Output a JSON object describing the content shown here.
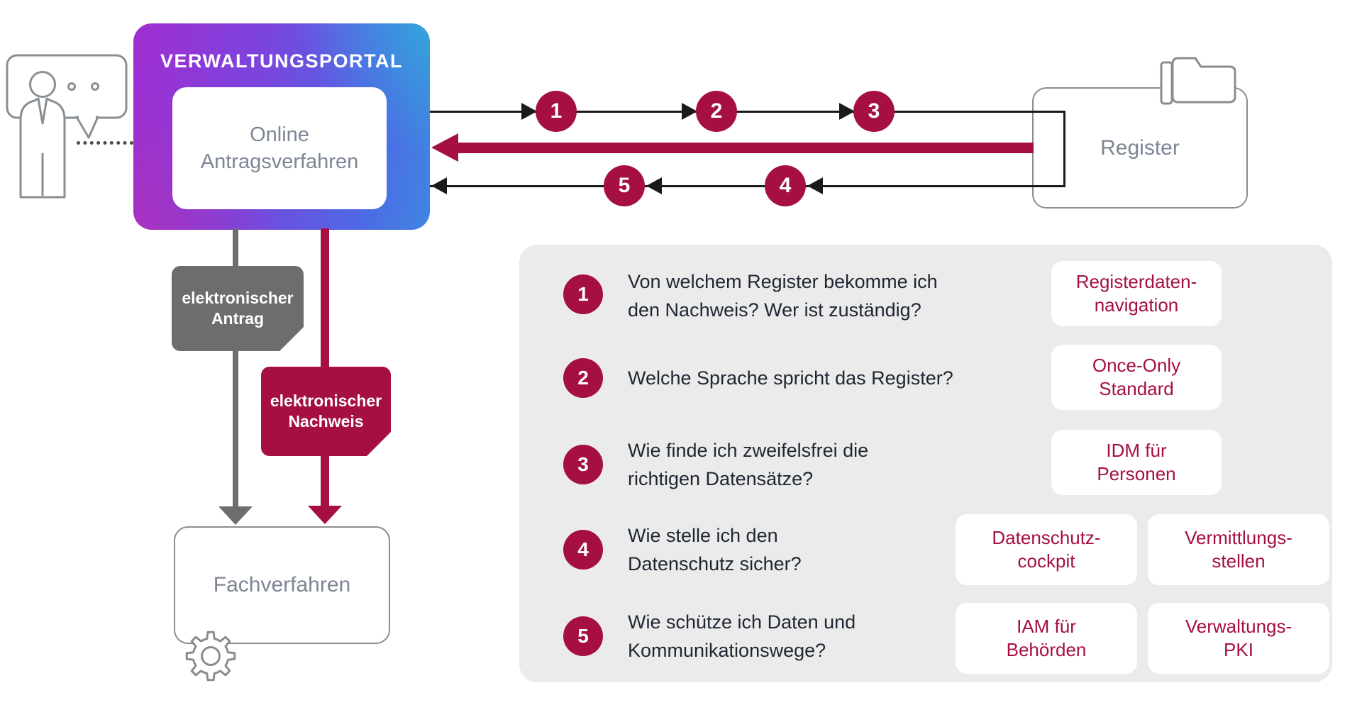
{
  "colors": {
    "crimson": "#a50f42",
    "gray_box": "#6d6d6d",
    "panel_bg": "#ebebeb",
    "portal_gradient_left": "#a12dd0",
    "portal_gradient_right": "#3f86e0",
    "portal_gradient_teal": "#29bed6",
    "outline_gray": "#8c8c8c",
    "label_gray": "#7d8695",
    "question_text": "#1e2633"
  },
  "portal": {
    "title": "VERWALTUNGSPORTAL",
    "box_line1": "Online",
    "box_line2": "Antragsverfahren"
  },
  "register": {
    "label": "Register"
  },
  "fachverfahren": {
    "label": "Fachverfahren"
  },
  "docs": {
    "antrag": {
      "line1": "elektronischer",
      "line2": "Antrag"
    },
    "nachweis": {
      "line1": "elektronischer",
      "line2": "Nachweis"
    }
  },
  "arrows": {
    "top": [
      "1",
      "2",
      "3"
    ],
    "bottom": [
      "5",
      "4"
    ]
  },
  "panel": {
    "rows": [
      {
        "num": "1",
        "q1": "Von welchem Register bekomme ich",
        "q2": "den Nachweis? Wer ist zuständig?",
        "buttons": [
          {
            "l1": "Registerdaten-",
            "l2": "navigation"
          }
        ]
      },
      {
        "num": "2",
        "q1": "Welche Sprache spricht das Register?",
        "q2": "",
        "buttons": [
          {
            "l1": "Once-Only",
            "l2": "Standard"
          }
        ]
      },
      {
        "num": "3",
        "q1": "Wie finde ich zweifelsfrei die",
        "q2": "richtigen Datensätze?",
        "buttons": [
          {
            "l1": "IDM für",
            "l2": "Personen"
          }
        ]
      },
      {
        "num": "4",
        "q1": "Wie stelle ich den",
        "q2": "Datenschutz sicher?",
        "buttons": [
          {
            "l1": "Datenschutz-",
            "l2": "cockpit"
          },
          {
            "l1": "Vermittlungs-",
            "l2": "stellen"
          }
        ]
      },
      {
        "num": "5",
        "q1": "Wie schütze ich Daten und",
        "q2": "Kommunikationswege?",
        "buttons": [
          {
            "l1": "IAM für",
            "l2": "Behörden"
          },
          {
            "l1": "Verwaltungs-",
            "l2": "PKI"
          }
        ]
      }
    ]
  }
}
